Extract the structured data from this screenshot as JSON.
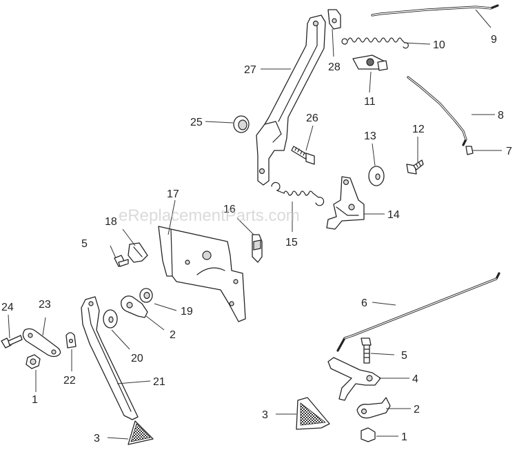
{
  "watermark": "eReplacementParts.com",
  "callouts": [
    {
      "id": "c1",
      "label": "1"
    },
    {
      "id": "c2",
      "label": "1"
    },
    {
      "id": "c3",
      "label": "2"
    },
    {
      "id": "c4",
      "label": "2"
    },
    {
      "id": "c5",
      "label": "3"
    },
    {
      "id": "c6",
      "label": "3"
    },
    {
      "id": "c7",
      "label": "4"
    },
    {
      "id": "c8",
      "label": "5"
    },
    {
      "id": "c9",
      "label": "5"
    },
    {
      "id": "c10",
      "label": "6"
    },
    {
      "id": "c11",
      "label": "7"
    },
    {
      "id": "c12",
      "label": "8"
    },
    {
      "id": "c13",
      "label": "9"
    },
    {
      "id": "c14",
      "label": "10"
    },
    {
      "id": "c15",
      "label": "11"
    },
    {
      "id": "c16",
      "label": "12"
    },
    {
      "id": "c17",
      "label": "13"
    },
    {
      "id": "c18",
      "label": "14"
    },
    {
      "id": "c19",
      "label": "15"
    },
    {
      "id": "c20",
      "label": "16"
    },
    {
      "id": "c21",
      "label": "17"
    },
    {
      "id": "c22",
      "label": "18"
    },
    {
      "id": "c23",
      "label": "19"
    },
    {
      "id": "c24",
      "label": "20"
    },
    {
      "id": "c25",
      "label": "21"
    },
    {
      "id": "c26",
      "label": "22"
    },
    {
      "id": "c27",
      "label": "23"
    },
    {
      "id": "c28",
      "label": "24"
    },
    {
      "id": "c29",
      "label": "25"
    },
    {
      "id": "c30",
      "label": "26"
    },
    {
      "id": "c31",
      "label": "27"
    },
    {
      "id": "c32",
      "label": "28"
    }
  ]
}
